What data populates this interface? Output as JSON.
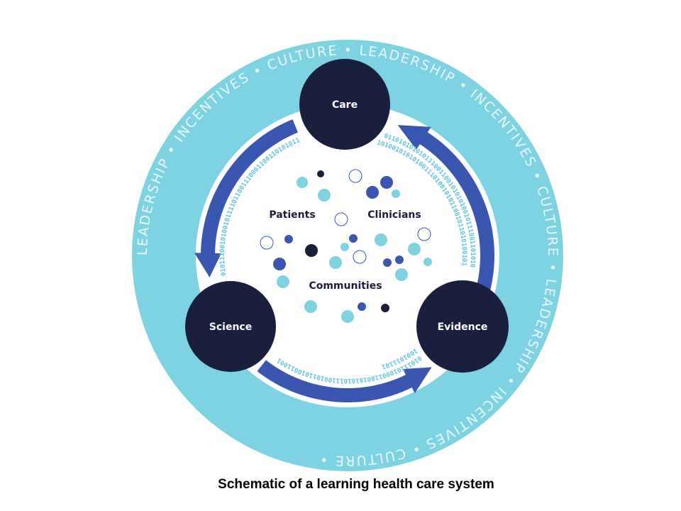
{
  "diagram": {
    "outer_ring_text": "LEADERSHIP • INCENTIVES • CULTURE • LEADERSHIP • INCENTIVES • CULTURE • LEADERSHIP • INCENTIVES • CULTURE •",
    "binary_text": "0110101010101110011001010101001011100110101001011101000110010101011100101101001100101011100101001011110110011100011001101010111010010101010011101001010110010110101001011001011101",
    "nodes": {
      "care": "Care",
      "science": "Science",
      "evidence": "Evidence"
    },
    "groups": {
      "patients": "Patients",
      "clinicians": "Clinicians",
      "communities": "Communities"
    },
    "colors": {
      "outer_ring": "#7dd3e2",
      "node": "#1b1f3e",
      "arrow": "#3a56b0",
      "dot_light": "#7dd3e2",
      "dot_blue": "#3a56b0",
      "dot_dark": "#1b1f3e"
    }
  },
  "caption": "Schematic of a learning health care system"
}
